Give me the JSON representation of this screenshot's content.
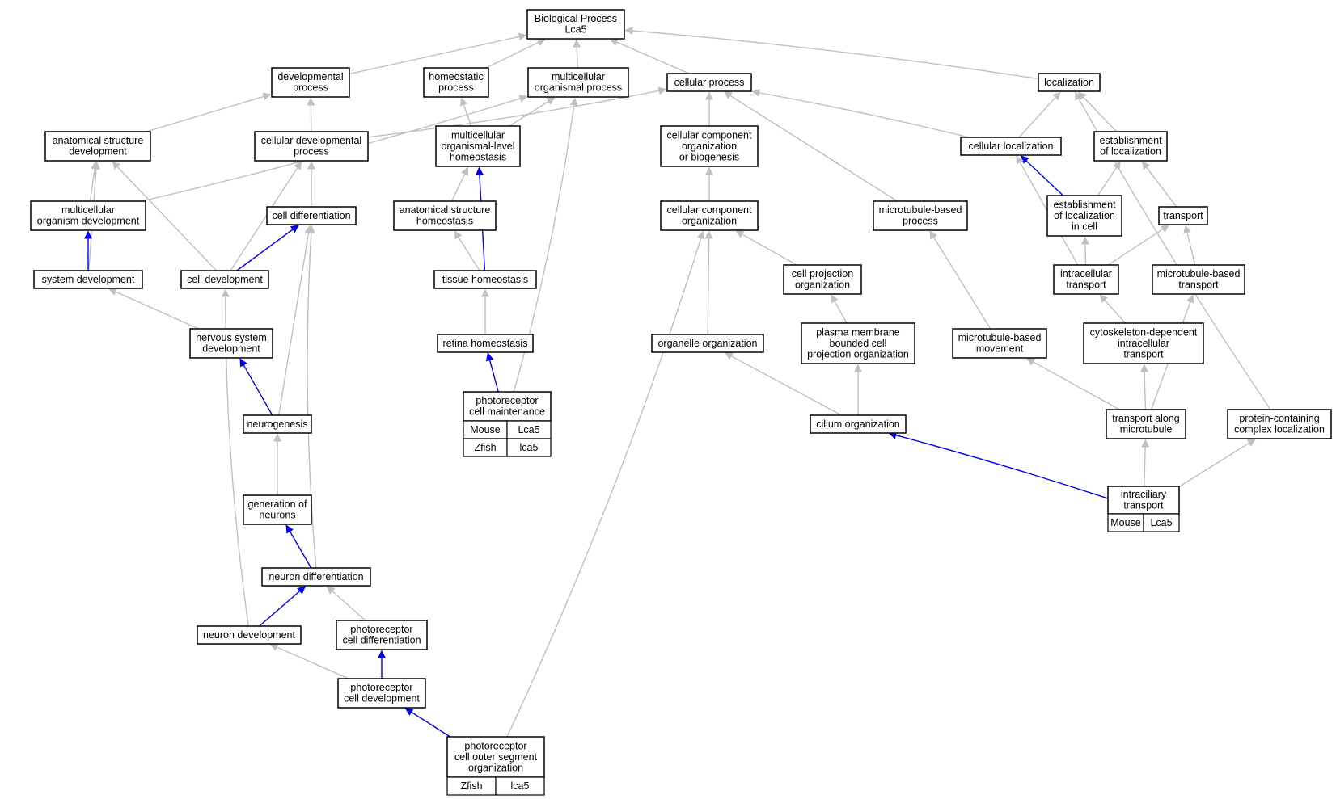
{
  "colors": {
    "gray_edge": "#c0c0c0",
    "blue_edge": "#0000ee",
    "mouse_cell": "#a8d8e8",
    "zfish_cell": "#6495ed",
    "node_fill": "#ffffff",
    "node_stroke": "#000000"
  },
  "nodes": {
    "bp": {
      "lines": [
        "Biological Process",
        "Lca5"
      ]
    },
    "dev": {
      "lines": [
        "developmental",
        "process"
      ]
    },
    "hom": {
      "lines": [
        "homeostatic",
        "process"
      ]
    },
    "mop": {
      "lines": [
        "multicellular",
        "organismal process"
      ]
    },
    "cp": {
      "lines": [
        "cellular process"
      ]
    },
    "loc": {
      "lines": [
        "localization"
      ]
    },
    "asd": {
      "lines": [
        "anatomical structure",
        "development"
      ]
    },
    "cdp": {
      "lines": [
        "cellular developmental",
        "process"
      ]
    },
    "molh": {
      "lines": [
        "multicellular",
        "organismal-level",
        "homeostasis"
      ]
    },
    "ccob": {
      "lines": [
        "cellular component",
        "organization",
        "or biogenesis"
      ]
    },
    "cloc": {
      "lines": [
        "cellular localization"
      ]
    },
    "eloc": {
      "lines": [
        "establishment",
        "of localization"
      ]
    },
    "mod": {
      "lines": [
        "multicellular",
        "organism development"
      ]
    },
    "cdiff": {
      "lines": [
        "cell differentiation"
      ]
    },
    "ash": {
      "lines": [
        "anatomical structure",
        "homeostasis"
      ]
    },
    "cco": {
      "lines": [
        "cellular component",
        "organization"
      ]
    },
    "mbp": {
      "lines": [
        "microtubule-based",
        "process"
      ]
    },
    "elc": {
      "lines": [
        "establishment",
        "of localization",
        "in cell"
      ]
    },
    "tr": {
      "lines": [
        "transport"
      ]
    },
    "sd": {
      "lines": [
        "system development"
      ]
    },
    "cd": {
      "lines": [
        "cell development"
      ]
    },
    "th": {
      "lines": [
        "tissue homeostasis"
      ]
    },
    "cpo": {
      "lines": [
        "cell projection",
        "organization"
      ]
    },
    "it": {
      "lines": [
        "intracellular",
        "transport"
      ]
    },
    "mbt": {
      "lines": [
        "microtubule-based",
        "transport"
      ]
    },
    "nsd": {
      "lines": [
        "nervous system",
        "development"
      ]
    },
    "rh": {
      "lines": [
        "retina homeostasis"
      ]
    },
    "oo": {
      "lines": [
        "organelle organization"
      ]
    },
    "pmbc": {
      "lines": [
        "plasma membrane",
        "bounded cell",
        "projection organization"
      ]
    },
    "mbm": {
      "lines": [
        "microtubule-based",
        "movement"
      ]
    },
    "cdit": {
      "lines": [
        "cytoskeleton-dependent",
        "intracellular",
        "transport"
      ]
    },
    "pcm": {
      "lines": [
        "photoreceptor",
        "cell maintenance"
      ],
      "table": [
        [
          "Mouse",
          "Lca5"
        ],
        [
          "Zfish",
          "lca5"
        ]
      ]
    },
    "ng": {
      "lines": [
        "neurogenesis"
      ]
    },
    "co": {
      "lines": [
        "cilium organization"
      ]
    },
    "tam": {
      "lines": [
        "transport along",
        "microtubule"
      ]
    },
    "pccl": {
      "lines": [
        "protein-containing",
        "complex localization"
      ]
    },
    "gon": {
      "lines": [
        "generation of",
        "neurons"
      ]
    },
    "ict": {
      "lines": [
        "intraciliary",
        "transport"
      ],
      "table": [
        [
          "Mouse",
          "Lca5"
        ]
      ]
    },
    "nd": {
      "lines": [
        "neuron differentiation"
      ]
    },
    "ndev": {
      "lines": [
        "neuron development"
      ]
    },
    "pcd": {
      "lines": [
        "photoreceptor",
        "cell differentiation"
      ]
    },
    "pcdev": {
      "lines": [
        "photoreceptor",
        "cell development"
      ]
    },
    "pcos": {
      "lines": [
        "photoreceptor",
        "cell outer segment",
        "organization"
      ],
      "table": [
        [
          "Zfish",
          "lca5"
        ]
      ]
    }
  },
  "edges": [
    {
      "from": "dev",
      "to": "bp",
      "kind": "gray"
    },
    {
      "from": "hom",
      "to": "bp",
      "kind": "gray"
    },
    {
      "from": "mop",
      "to": "bp",
      "kind": "gray"
    },
    {
      "from": "cp",
      "to": "bp",
      "kind": "gray"
    },
    {
      "from": "loc",
      "to": "bp",
      "kind": "gray"
    },
    {
      "from": "asd",
      "to": "dev",
      "kind": "gray"
    },
    {
      "from": "cdp",
      "to": "dev",
      "kind": "gray"
    },
    {
      "from": "cdp",
      "to": "cp",
      "kind": "gray"
    },
    {
      "from": "molh",
      "to": "hom",
      "kind": "gray"
    },
    {
      "from": "molh",
      "to": "mop",
      "kind": "gray"
    },
    {
      "from": "mod",
      "to": "mop",
      "kind": "gray"
    },
    {
      "from": "pcm",
      "to": "mop",
      "kind": "gray"
    },
    {
      "from": "ccob",
      "to": "cp",
      "kind": "gray"
    },
    {
      "from": "cloc",
      "to": "cp",
      "kind": "gray"
    },
    {
      "from": "mbp",
      "to": "cp",
      "kind": "gray"
    },
    {
      "from": "cloc",
      "to": "loc",
      "kind": "gray"
    },
    {
      "from": "eloc",
      "to": "loc",
      "kind": "gray"
    },
    {
      "from": "pccl",
      "to": "loc",
      "kind": "gray"
    },
    {
      "from": "mod",
      "to": "asd",
      "kind": "gray"
    },
    {
      "from": "sd",
      "to": "asd",
      "kind": "gray"
    },
    {
      "from": "cd",
      "to": "asd",
      "kind": "gray"
    },
    {
      "from": "cdiff",
      "to": "cdp",
      "kind": "gray"
    },
    {
      "from": "cd",
      "to": "cdp",
      "kind": "gray"
    },
    {
      "from": "ash",
      "to": "molh",
      "kind": "gray"
    },
    {
      "from": "th",
      "to": "molh",
      "kind": "blue"
    },
    {
      "from": "cco",
      "to": "ccob",
      "kind": "gray"
    },
    {
      "from": "elc",
      "to": "cloc",
      "kind": "blue"
    },
    {
      "from": "it",
      "to": "cloc",
      "kind": "gray"
    },
    {
      "from": "elc",
      "to": "eloc",
      "kind": "gray"
    },
    {
      "from": "tr",
      "to": "eloc",
      "kind": "gray"
    },
    {
      "from": "sd",
      "to": "mod",
      "kind": "blue"
    },
    {
      "from": "cd",
      "to": "cdiff",
      "kind": "blue"
    },
    {
      "from": "ng",
      "to": "cdiff",
      "kind": "gray"
    },
    {
      "from": "nd",
      "to": "cdiff",
      "kind": "gray"
    },
    {
      "from": "th",
      "to": "ash",
      "kind": "gray"
    },
    {
      "from": "cpo",
      "to": "cco",
      "kind": "gray"
    },
    {
      "from": "oo",
      "to": "cco",
      "kind": "gray"
    },
    {
      "from": "pcos",
      "to": "cco",
      "kind": "gray"
    },
    {
      "from": "mbm",
      "to": "mbp",
      "kind": "gray"
    },
    {
      "from": "it",
      "to": "elc",
      "kind": "gray"
    },
    {
      "from": "it",
      "to": "tr",
      "kind": "gray"
    },
    {
      "from": "mbt",
      "to": "tr",
      "kind": "gray"
    },
    {
      "from": "nsd",
      "to": "sd",
      "kind": "gray"
    },
    {
      "from": "ndev",
      "to": "cd",
      "kind": "gray"
    },
    {
      "from": "rh",
      "to": "th",
      "kind": "gray"
    },
    {
      "from": "pmbc",
      "to": "cpo",
      "kind": "gray"
    },
    {
      "from": "cdit",
      "to": "it",
      "kind": "gray"
    },
    {
      "from": "tam",
      "to": "mbt",
      "kind": "gray"
    },
    {
      "from": "ng",
      "to": "nsd",
      "kind": "blue"
    },
    {
      "from": "pcm",
      "to": "rh",
      "kind": "blue"
    },
    {
      "from": "co",
      "to": "oo",
      "kind": "gray"
    },
    {
      "from": "co",
      "to": "pmbc",
      "kind": "gray"
    },
    {
      "from": "tam",
      "to": "mbm",
      "kind": "gray"
    },
    {
      "from": "tam",
      "to": "cdit",
      "kind": "gray"
    },
    {
      "from": "gon",
      "to": "ng",
      "kind": "gray"
    },
    {
      "from": "ict",
      "to": "co",
      "kind": "blue"
    },
    {
      "from": "ict",
      "to": "tam",
      "kind": "gray"
    },
    {
      "from": "ict",
      "to": "pccl",
      "kind": "gray"
    },
    {
      "from": "nd",
      "to": "gon",
      "kind": "blue"
    },
    {
      "from": "ndev",
      "to": "nd",
      "kind": "blue"
    },
    {
      "from": "pcd",
      "to": "nd",
      "kind": "gray"
    },
    {
      "from": "pcdev",
      "to": "ndev",
      "kind": "gray"
    },
    {
      "from": "pcdev",
      "to": "pcd",
      "kind": "blue"
    },
    {
      "from": "pcos",
      "to": "pcdev",
      "kind": "blue"
    }
  ]
}
